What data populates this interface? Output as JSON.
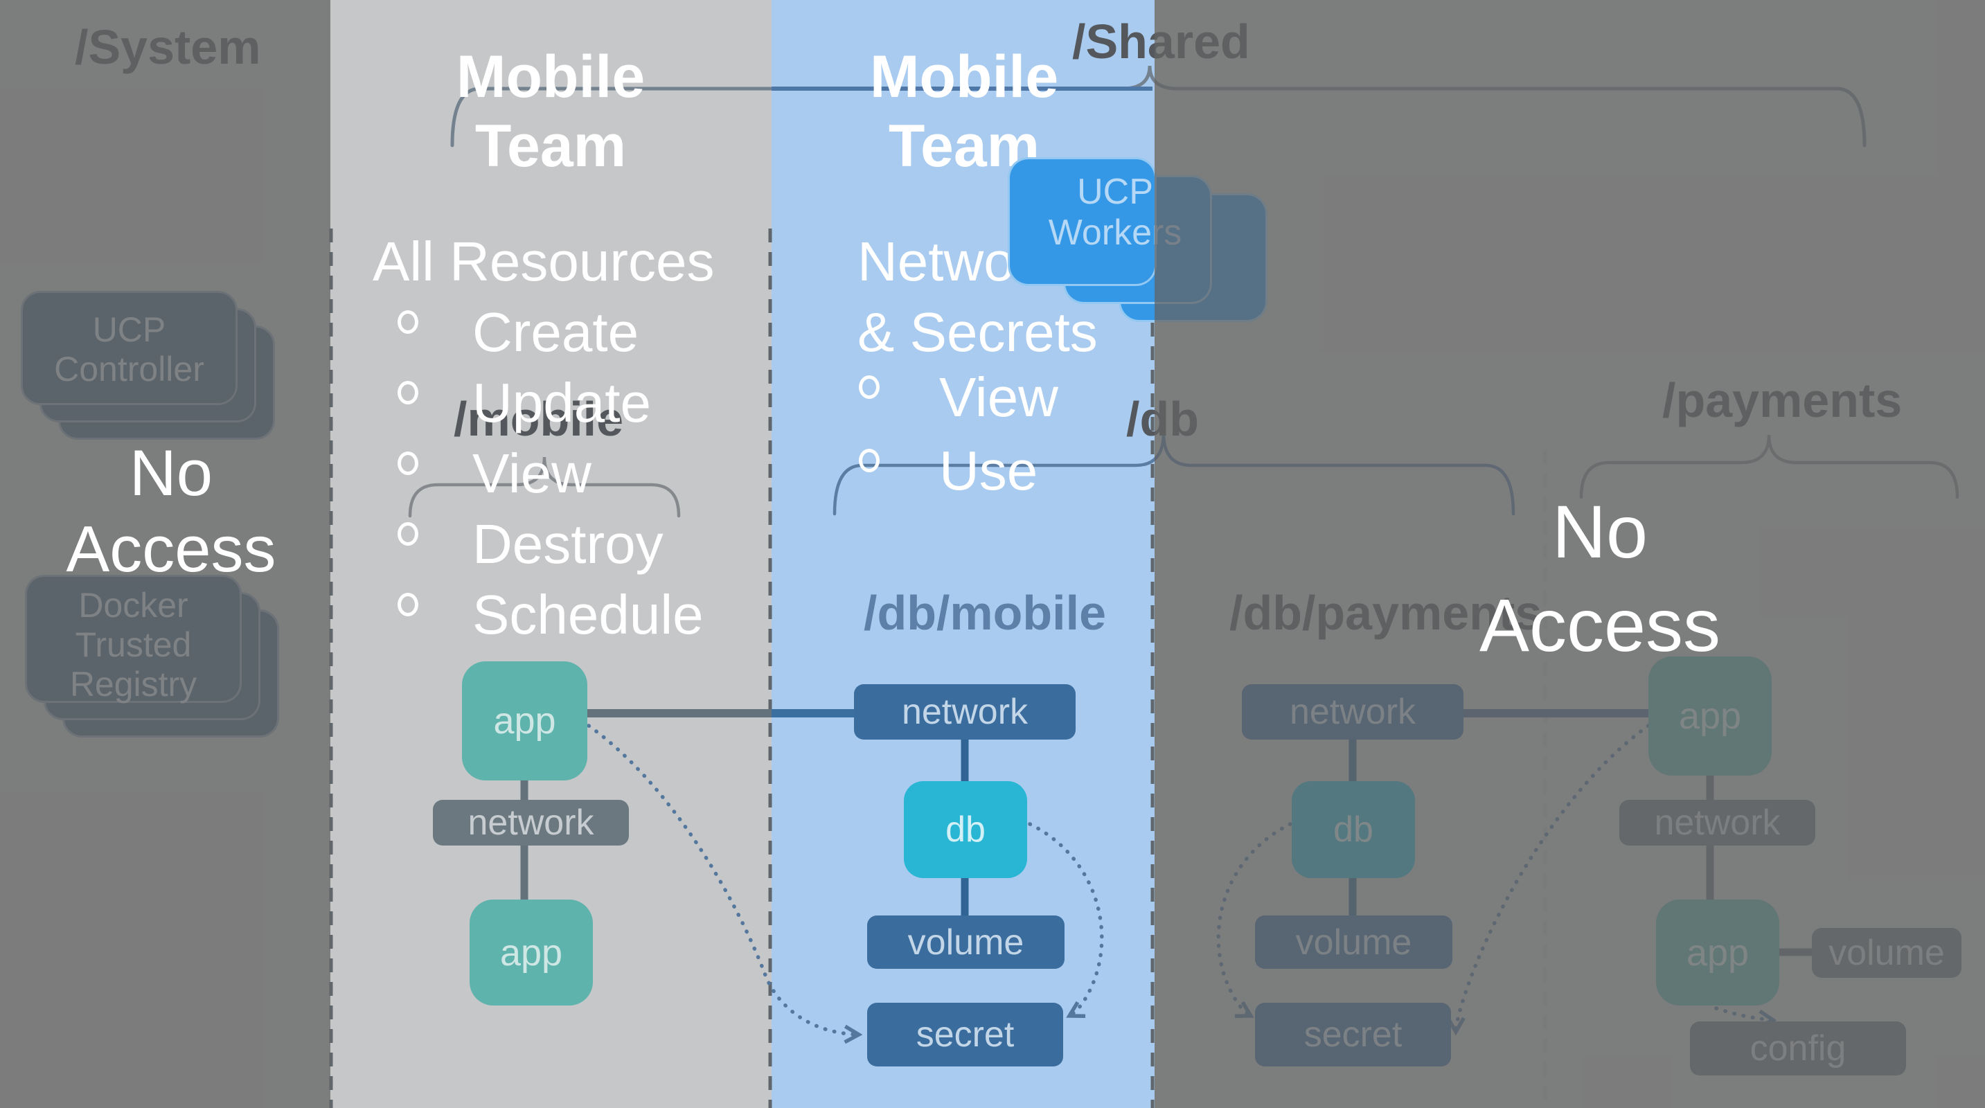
{
  "collections": {
    "system": "/System",
    "shared": "/Shared",
    "mobile": "/mobile",
    "db": "/db",
    "payments": "/payments",
    "db_mobile": "/db/mobile",
    "db_payments": "/db/payments"
  },
  "teams": {
    "left": {
      "title": "Mobile Team",
      "access": "All Resources",
      "permissions": [
        "Create",
        "Update",
        "View",
        "Destroy",
        "Schedule"
      ]
    },
    "right": {
      "title": "Mobile Team",
      "access_line1": "Networks",
      "access_line2": "& Secrets",
      "permissions": [
        "View",
        "Use"
      ]
    }
  },
  "no_access": {
    "left_line1": "No",
    "left_line2": "Access",
    "right_line1": "No",
    "right_line2": "Access"
  },
  "stacks": {
    "ucp_controller": "UCP Controller",
    "dtr": "Docker Trusted Registry",
    "ucp_workers": "UCP Workers"
  },
  "trees": {
    "mobile": {
      "nodes": [
        "app",
        "network",
        "app"
      ]
    },
    "db_mobile": {
      "nodes": [
        "network",
        "db",
        "volume",
        "secret"
      ]
    },
    "db_payments": {
      "nodes": [
        "network",
        "db",
        "volume",
        "secret"
      ]
    },
    "payments": {
      "nodes": [
        "app",
        "network",
        "app",
        "volume",
        "config"
      ]
    }
  },
  "colors": {
    "canvas_bg": "#c6c7c8",
    "blue_column": "#a9cbef",
    "dim_overlay": "rgba(98,98,98,0.74)",
    "teal_node": "#5fb3ad",
    "slate_node": "#6b7880",
    "dark_blue_node": "#3a6c9d",
    "cyan_node": "#29b6d4",
    "bright_blue_node": "#3498e6",
    "stack_node": "#4a6a82",
    "label_dark": "#54585c",
    "label_steel": "#5d80a8",
    "brace_gray": "#85898d",
    "brace_steel": "#5b7ca3",
    "brace_shared": "#74828f",
    "connector_gray": "#64727c",
    "connector_blue": "#3a6fa0",
    "connector_dim": "#4a6d93",
    "dotted_arc": "#54779e",
    "dash_dark": "#5f676d",
    "dash_light": "#b9bec2"
  }
}
